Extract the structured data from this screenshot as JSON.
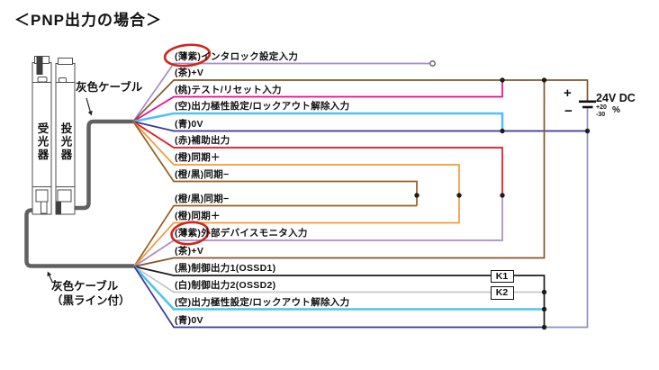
{
  "title": "＜PNP出力の場合＞",
  "devices": {
    "receiver": "受光器",
    "emitter": "投光器"
  },
  "cable_labels": {
    "top": "灰色ケーブル",
    "bottom_line1": "灰色ケーブル",
    "bottom_line2": "（黒ライン付）"
  },
  "power_supply": {
    "plus_sign": "+",
    "minus_sign": "−",
    "voltage": "24V DC",
    "tolerance_plus": "+20",
    "tolerance_minus": "-30",
    "percent": "%"
  },
  "relays": {
    "k1": "K1",
    "k2": "K2"
  },
  "wires": [
    {
      "id": "interlock-setting-input",
      "label": "(薄紫)インタロック設定入力"
    },
    {
      "id": "plus-v-top",
      "label": "(茶)+V"
    },
    {
      "id": "test-reset-input",
      "label": "(桃)テスト/リセット入力"
    },
    {
      "id": "output-polarity-lockout-top",
      "label": "(空)出力極性設定/ロックアウト解除入力"
    },
    {
      "id": "zero-v-top",
      "label": "(青)0V"
    },
    {
      "id": "aux-output",
      "label": "(赤)補助出力"
    },
    {
      "id": "sync-plus-top",
      "label": "(橙)同期＋"
    },
    {
      "id": "sync-minus-top",
      "label": "(橙/黒)同期−"
    },
    {
      "id": "sync-minus-bottom",
      "label": "(橙/黒)同期−"
    },
    {
      "id": "sync-plus-bottom",
      "label": "(橙)同期＋"
    },
    {
      "id": "external-device-monitor-input",
      "label": "(薄紫)外部デバイスモニタ入力"
    },
    {
      "id": "plus-v-bottom",
      "label": "(茶)+V"
    },
    {
      "id": "control-output-1",
      "label": "(黒)制御出力1(OSSD1)"
    },
    {
      "id": "control-output-2",
      "label": "(白)制御出力2(OSSD2)"
    },
    {
      "id": "output-polarity-lockout-bottom",
      "label": "(空)出力極性設定/ロックアウト解除入力"
    },
    {
      "id": "zero-v-bottom",
      "label": "(青)0V"
    }
  ],
  "wire_colors": {
    "lilac": "#a98bc5",
    "brown": "#85552a",
    "pink": "#eb0a8c",
    "skyblue": "#4fc3ee",
    "navy": "#39399b",
    "red": "#e8101c",
    "orange": "#f29a3c",
    "orange_black": "#96601e",
    "black": "#1c1c1c",
    "white": "#c6c6c6",
    "violet_bus": "#8f8fc5",
    "cable_gray": "#616161",
    "junction": "#1c1c1c",
    "annotation_red": "#d2251c"
  }
}
